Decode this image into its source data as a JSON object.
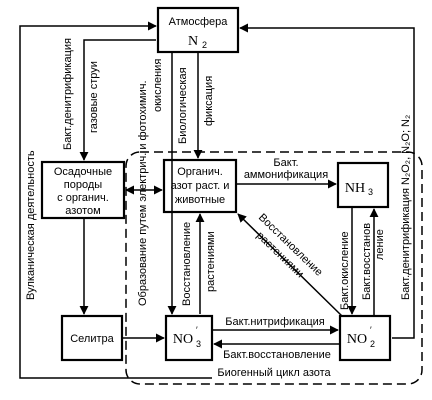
{
  "nodes": {
    "atmosphere": {
      "line1": "Атмосфера",
      "line2_main": "N",
      "line2_sub": "2"
    },
    "sediment": {
      "line1": "Осадочные",
      "line2": "породы",
      "line3": "с органич.",
      "line4": "азотом"
    },
    "organic": {
      "line1": "Органич.",
      "line2": "азот раст. и",
      "line3": "животные"
    },
    "nh3": {
      "main": "NH",
      "sub": "3"
    },
    "saltpeter": {
      "label": "Селитра"
    },
    "no3": {
      "main": "NO",
      "prime": "′",
      "sub": "3"
    },
    "no2": {
      "main": "NO",
      "prime": "′",
      "sub": "2"
    }
  },
  "edges": {
    "volcanic": "Вулканическая деятельность",
    "denitrif_gas_1": "Бакт.денитрификация",
    "denitrif_gas_2": "газовые струи",
    "photochem": "Образование путем электрич. и фотохимич.",
    "oxidation": "окисления",
    "bio_fix_1": "Биологическая",
    "bio_fix_2": "фиксация",
    "ammonif_1": "Бакт.",
    "ammonif_2": "аммонификация",
    "plant_reduce_v1": "Восстановление",
    "plant_reduce_v2": "растениями",
    "plant_reduce_d1": "Восстановление",
    "plant_reduce_d2": "растениями",
    "bact_oxid": "Бакт.окисление",
    "bact_reduce_1": "Бакт.восстанов",
    "bact_reduce_2": "ление",
    "nitrif": "Бакт.нитрификация",
    "bact_reduction": "Бакт.восстановление",
    "right_denitrif": "Бакт.денитрификация N₂O₂, N₂O; N₂",
    "cycle_caption": "Биогенный цикл азота"
  }
}
